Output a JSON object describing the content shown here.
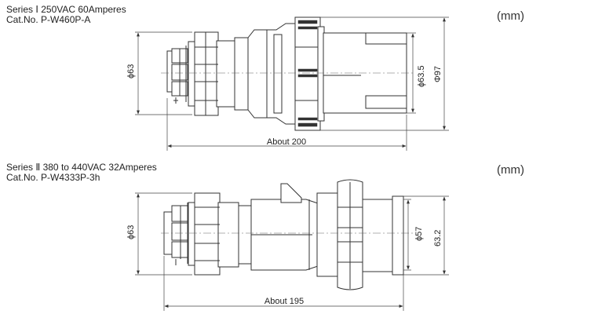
{
  "drawing1": {
    "series_line": "Series Ⅰ  250VAC 60Amperes",
    "catno_line": "Cat.No. P-W460P-A",
    "unit": "(mm)",
    "dim_dia_left": "ϕ63",
    "dim_dia_mid": "ϕ63.5",
    "dim_dia_right": "Φ97",
    "dim_length": "About 200"
  },
  "drawing2": {
    "series_line": "Series Ⅱ  380 to 440VAC 32Amperes",
    "catno_line": "Cat.No. P-W4333P-3h",
    "unit": "(mm)",
    "dim_dia_left": "ϕ63",
    "dim_dia_mid": "ϕ57",
    "dim_dia_right": "63.2",
    "dim_length": "About 195"
  }
}
